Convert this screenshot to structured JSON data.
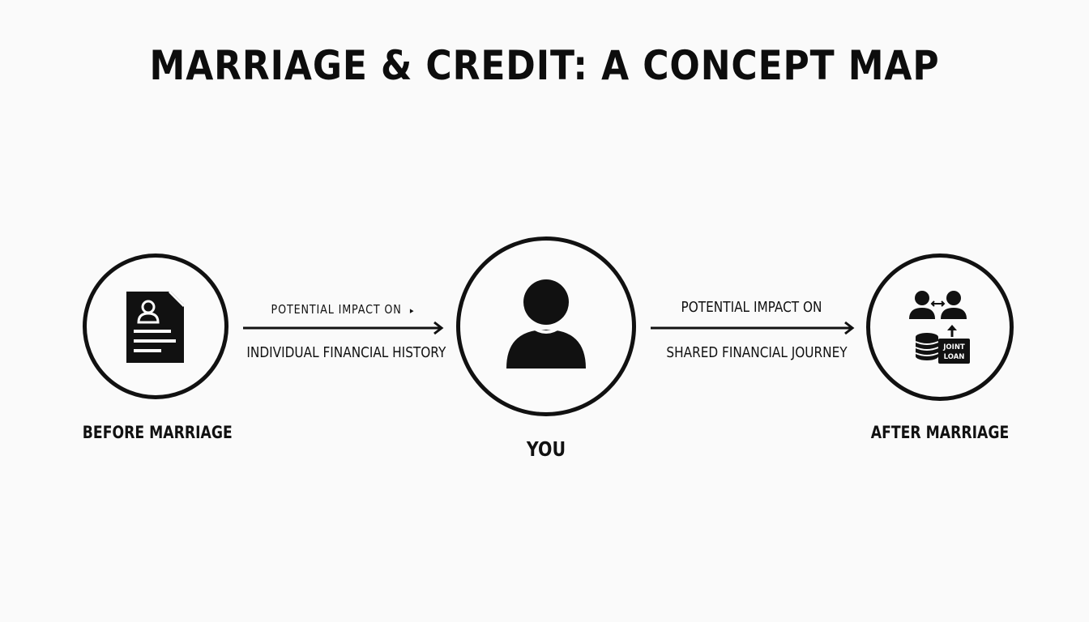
{
  "title": "MARRIAGE & CREDIT: A CONCEPT MAP",
  "nodes": {
    "before": {
      "label": "BEFORE MARRIAGE",
      "icon": "credit-report-document-icon"
    },
    "center": {
      "label": "YOU",
      "icon": "person-icon"
    },
    "after": {
      "label": "AFTER MARRIAGE",
      "icon": "joint-loan-couple-icon",
      "badge_line1": "JOINT",
      "badge_line2": "LOAN"
    }
  },
  "edges": {
    "left": {
      "top_label": "POTENTIAL IMPACT ON",
      "top_marker": "▸",
      "bottom_label": "INDIVIDUAL FINANCIAL HISTORY"
    },
    "right": {
      "top_label": "POTENTIAL IMPACT ON",
      "bottom_label": "SHARED FINANCIAL JOURNEY"
    }
  },
  "colors": {
    "background": "#fafafa",
    "ink": "#111111"
  }
}
